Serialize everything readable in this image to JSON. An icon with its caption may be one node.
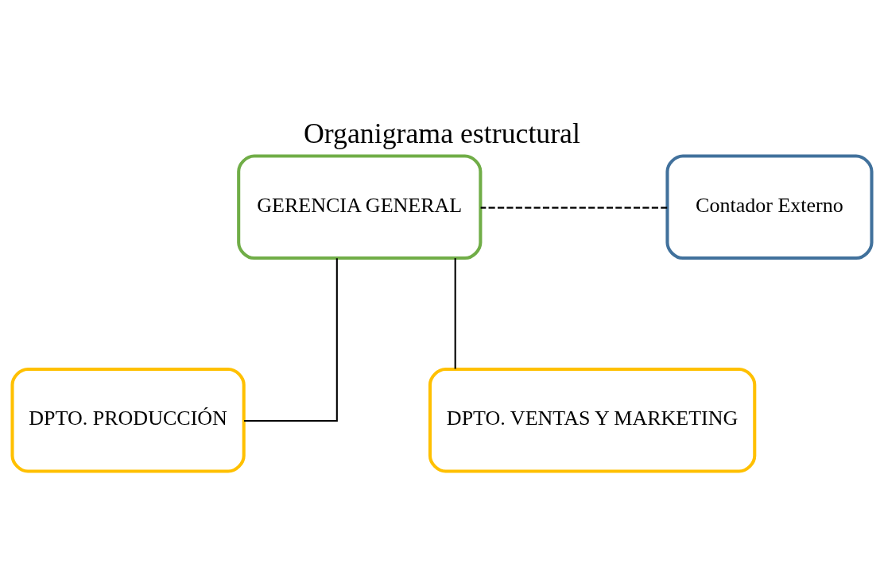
{
  "diagram": {
    "title": "Organigrama estructural",
    "nodes": [
      {
        "text": [
          "GERENCIA GENERAL"
        ]
      },
      {
        "text": [
          "Contador Externo"
        ]
      },
      {
        "text": [
          "DPTO. PRODUCCIÓN"
        ]
      },
      {
        "text": [
          "DPTO. VENTAS Y MARKETING"
        ]
      }
    ],
    "edges": [
      {
        "from": 1,
        "to": 0,
        "arrow": "none",
        "style": "dashed"
      },
      {
        "from": 0,
        "to": 2,
        "arrow": "none"
      },
      {
        "from": 0,
        "to": 3,
        "arrow": "none"
      }
    ]
  }
}
